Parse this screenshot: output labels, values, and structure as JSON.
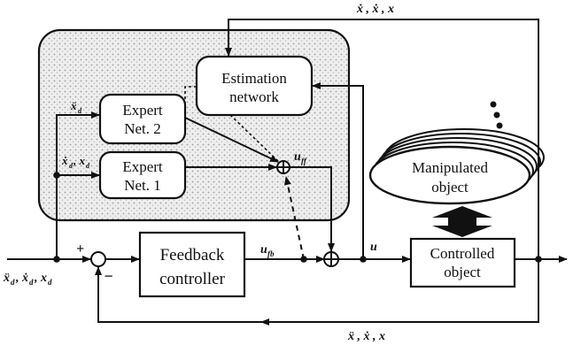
{
  "blocks": {
    "estimation": [
      "Estimation",
      "network"
    ],
    "expert2": [
      "Expert",
      "Net. 2"
    ],
    "expert1": [
      "Expert",
      "Net. 1"
    ],
    "feedback": [
      "Feedback",
      "controller"
    ],
    "controlled": [
      "Controlled",
      "object"
    ],
    "manipulated": [
      "Manipulated",
      "object"
    ]
  },
  "signals": {
    "top_feedback": "ẋ , ẋ , x",
    "bottom_feedback": "ẍ , ẋ , x",
    "input": "ẍ",
    "input_sub": "d",
    "input_rest": ", ẋ",
    "input_rest_sub": "d",
    "input_tail": ", x",
    "input_tail_sub": "d",
    "expert2_in": "ẍ",
    "expert2_in_sub": "d",
    "expert1_in_a": "ẋ",
    "expert1_in_a_sub": "d",
    "expert1_in_b": ", x",
    "expert1_in_b_sub": "d",
    "u_ff": "u",
    "u_ff_sub": "ff",
    "u_fb": "u",
    "u_fb_sub": "fb",
    "u": "u",
    "plus": "+",
    "minus": "−"
  }
}
